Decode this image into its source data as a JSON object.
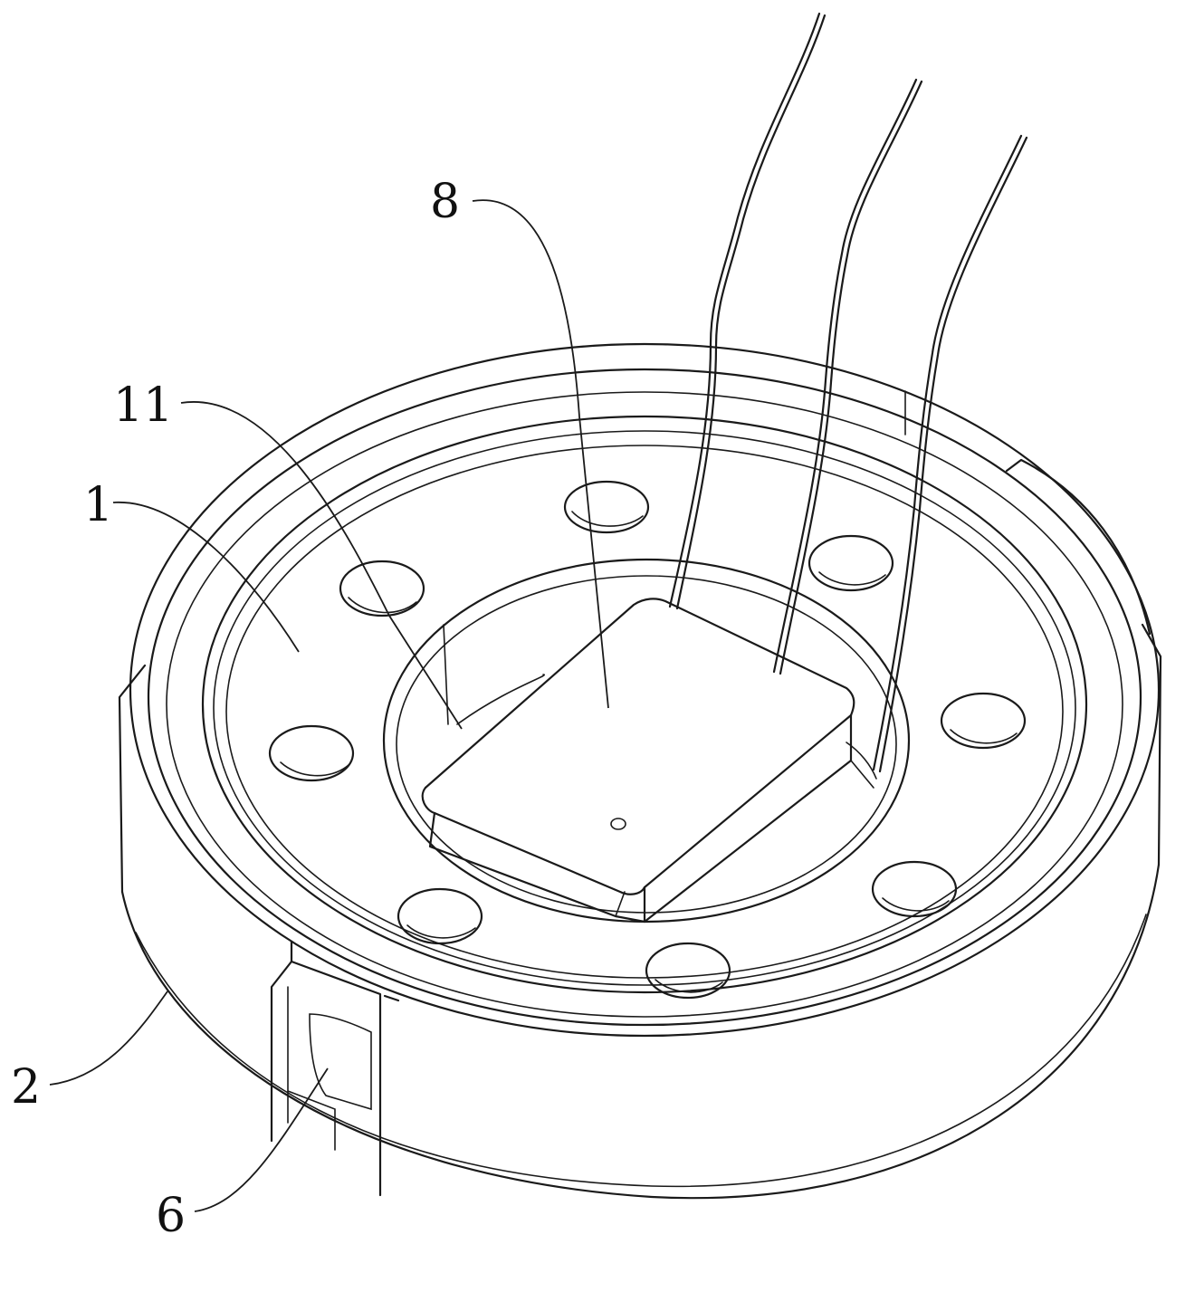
{
  "figure": {
    "labels": {
      "sensor_block": "8",
      "inner_recess": "11",
      "inner_ring": "1",
      "outer_housing": "2",
      "side_slot": "6"
    }
  }
}
